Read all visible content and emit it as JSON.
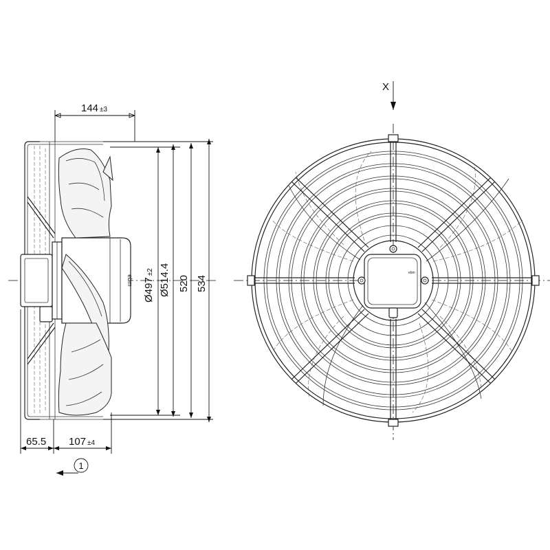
{
  "side_view": {
    "dimensions": {
      "depth_total": "144",
      "depth_total_tol": "±3",
      "diameter_blade": "Ø497",
      "diameter_blade_tol": "±2",
      "diameter_ring": "Ø514.4",
      "height_guard": "520",
      "height_total": "534",
      "offset_left": "65.5",
      "offset_mount": "107",
      "offset_mount_tol": "±4"
    },
    "hub_label": "ebm",
    "airflow_marker": "1"
  },
  "front_view": {
    "view_letter": "X",
    "hub_label": "ebm"
  },
  "colors": {
    "line": "#222222",
    "blade_fill": "#f4f4f4",
    "background": "#ffffff"
  }
}
